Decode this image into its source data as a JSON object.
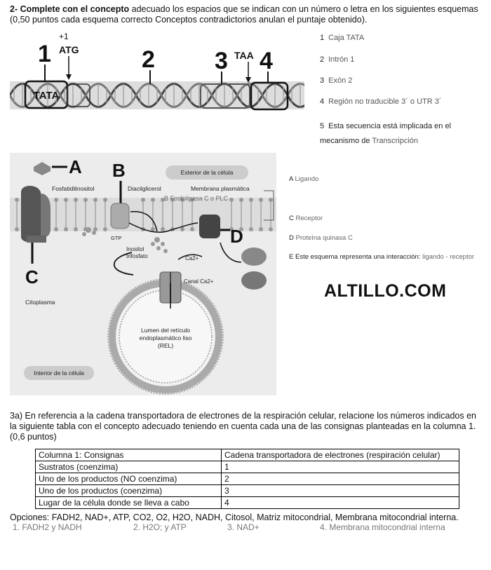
{
  "q2": {
    "title": "2- Complete con el concepto",
    "text": " adecuado los espacios que se indican con un número o letra en los siguientes esquemas (0,50 puntos cada esquema correcto Conceptos contradictorios anulan el puntaje obtenido)."
  },
  "dna_diagram": {
    "labels": [
      "1",
      "2",
      "3",
      "4"
    ],
    "plus1": "+1",
    "atg": "ATG",
    "taa": "TAA",
    "tata": "TATA"
  },
  "dna_answers": [
    {
      "n": "1",
      "v": "Caja TATA"
    },
    {
      "n": "2",
      "v": "Intrón 1"
    },
    {
      "n": "3",
      "v": "Exón 2"
    },
    {
      "n": "4",
      "v": "Región no traducible 3´ o UTR 3´"
    }
  ],
  "dna_answer5": {
    "n": "5",
    "line1": "Esta secuencia está implicada en el",
    "line2": "mecanismo de ",
    "v": "Transcripción"
  },
  "cell_diagram": {
    "letter_a": "A",
    "letter_b": "B",
    "letter_c": "C",
    "letter_d": "D",
    "exterior": "Exterior de la célula",
    "fosfatidil": "Fosfatidilinositol",
    "diacil": "Diacilglicerol",
    "membrana": "Membrana plasmática",
    "fosfolipasa": "B Fosfolipasa C o PLC",
    "gtp": "GTP",
    "inositol1": "Inositol",
    "inositol2": "trifosfato",
    "ca": "Ca2+",
    "canal": "Canal Ca2+",
    "citoplasma": "Citoplasma",
    "lumen1": "Lumen del retículo",
    "lumen2": "endoplasmático liso",
    "lumen3": "(REL)",
    "interior": "Interior de la célula"
  },
  "cell_answers": [
    {
      "n": "A",
      "v": "Ligando"
    },
    {
      "n": "C",
      "v": "Receptor"
    },
    {
      "n": "D",
      "v": "Proteína quinasa C"
    }
  ],
  "cell_answerE": {
    "n": "E",
    "text": "Este esquema representa una interacción:",
    "v": "ligando - receptor"
  },
  "watermark": "ALTILLO.COM",
  "q3": {
    "text": "3a) En referencia a la cadena transportadora de electrones de la respiración celular, relacione los números indicados en la siguiente tabla con el concepto adecuado teniendo en cuenta cada una de las consignas planteadas en la columna 1.(0,6 puntos)"
  },
  "table": {
    "headers": [
      "Columna 1: Consignas",
      "Cadena transportadora de electrones (respiración celular)"
    ],
    "rows": [
      [
        "Sustratos (coenzima)",
        "1"
      ],
      [
        "Uno de los productos (NO coenzima)",
        "2"
      ],
      [
        "Uno de los productos (coenzima)",
        "3"
      ],
      [
        "Lugar de la célula donde se lleva a cabo",
        "4"
      ]
    ]
  },
  "options_label": "Opciones: ",
  "options_text": "FADH2, NAD+, ATP, CO2, O2, H2O, NADH, Citosol, Matriz mitocondrial, Membrana mitocondrial interna.",
  "final_answers": [
    "1. FADH2 y NADH",
    "2. H2O; y ATP",
    "3. NAD+",
    "4. Membrana mitocondrial interna"
  ]
}
